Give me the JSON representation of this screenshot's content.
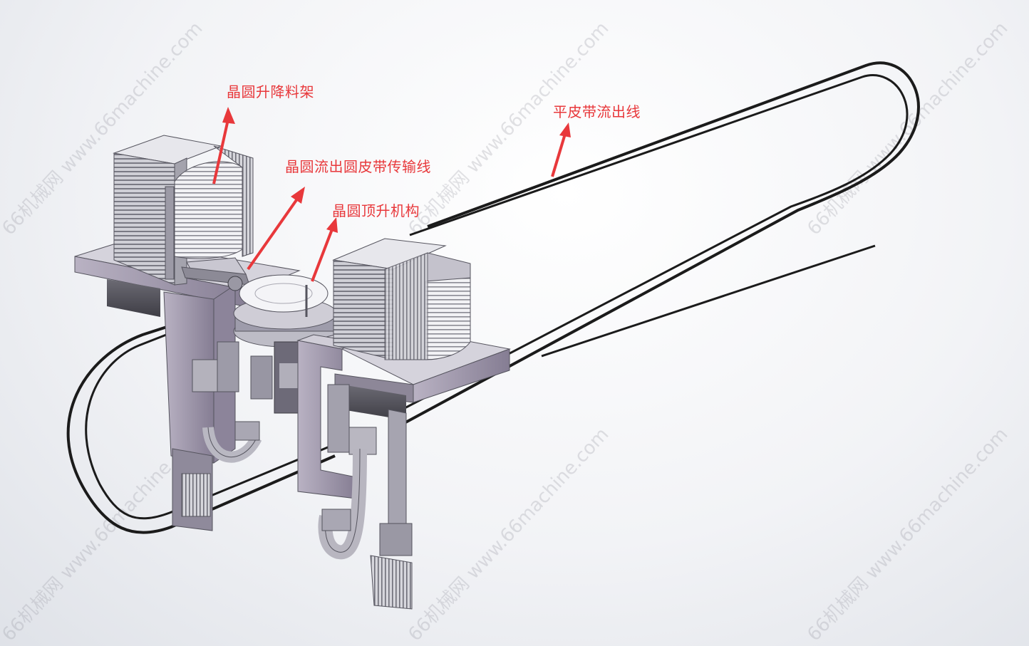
{
  "colors": {
    "callout_text": "#e8383b",
    "arrow": "#e8383b",
    "metal": "#bcbcc4",
    "metal_dark": "#8b8a95",
    "frame_purple": "#a8a0b4",
    "belt": "#1a1a1a",
    "watermark": "#b4b4bc"
  },
  "labels": {
    "wafer_lift_rack": "晶圆升降料架",
    "wafer_outflow_belt_line": "晶圆流出圆皮带传输线",
    "wafer_jacking_mechanism": "晶圆顶升机构",
    "flat_belt_outflow_line": "平皮带流出线"
  },
  "watermark": {
    "text": "66机械网 www.66machine.com"
  }
}
